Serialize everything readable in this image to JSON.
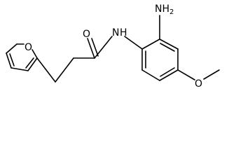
{
  "molecule": {
    "atoms": {
      "furan_oxygen": "O",
      "carbonyl_oxygen": "O",
      "amide_nitrogen": "N",
      "amide_hydrogen": "H",
      "amino_group": "NH",
      "amino_subscript": "2",
      "methoxy_oxygen": "O"
    },
    "bond_color": "#000000",
    "label_color": "#000000"
  }
}
